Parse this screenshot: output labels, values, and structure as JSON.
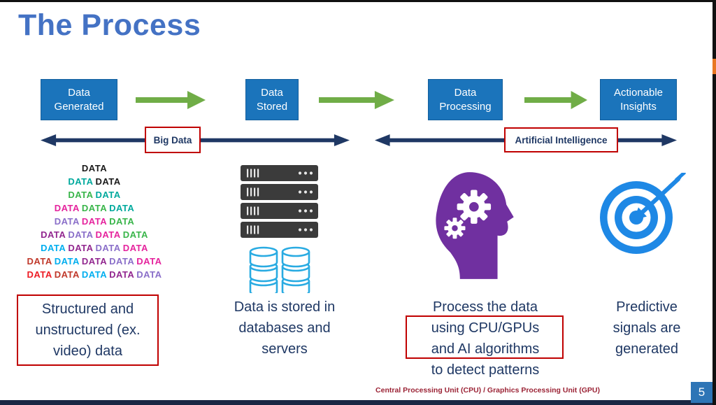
{
  "slide": {
    "title": "The Process",
    "page_number": "5",
    "footnote": "Central Processing Unit (CPU) / Graphics Processing Unit (GPU)"
  },
  "steps": [
    {
      "line1": "Data",
      "line2": "Generated"
    },
    {
      "line1": "Data",
      "line2": "Stored"
    },
    {
      "line1": "Data",
      "line2": "Processing"
    },
    {
      "line1": "Actionable",
      "line2": "Insights"
    }
  ],
  "phase_labels": [
    {
      "label": "Big Data"
    },
    {
      "label": "Artificial Intelligence"
    }
  ],
  "captions": [
    {
      "lines": [
        "Structured and",
        "unstructured (ex.",
        "video) data"
      ],
      "highlighted": true
    },
    {
      "lines": [
        "Data is stored in",
        "databases and",
        "servers"
      ],
      "highlighted": false
    },
    {
      "lines": [
        "Process the data",
        "using CPU/GPUs",
        "and AI algorithms",
        "to detect patterns"
      ],
      "highlighted": true
    },
    {
      "lines": [
        "Predictive",
        "signals are",
        "generated"
      ],
      "highlighted": false
    }
  ],
  "icons": {
    "pyramid": {
      "word": "DATA",
      "rows": [
        1,
        2,
        2,
        3,
        3,
        4,
        4,
        5,
        5
      ],
      "colors": [
        "#1A1A1A",
        "#E5239D",
        "#00AEEF",
        "#F7941D",
        "#39B54A",
        "#92278F",
        "#ED1C24",
        "#00A99D",
        "#8A6FC9",
        "#C0392B"
      ]
    },
    "servers": "server-rack-and-databases",
    "head": "head-with-gears",
    "target": "target-with-arrow"
  },
  "colors": {
    "title": "#4472C4",
    "step_box": "#1B74BB",
    "green_arrow": "#70AD47",
    "navy": "#1F3864",
    "red_outline": "#C00000",
    "purple": "#7030A0",
    "target_blue": "#1E88E5",
    "db_blue": "#29ABE2",
    "server_dark": "#3B3B3B",
    "footnote": "#9B2335",
    "page_box": "#2E75B6"
  }
}
